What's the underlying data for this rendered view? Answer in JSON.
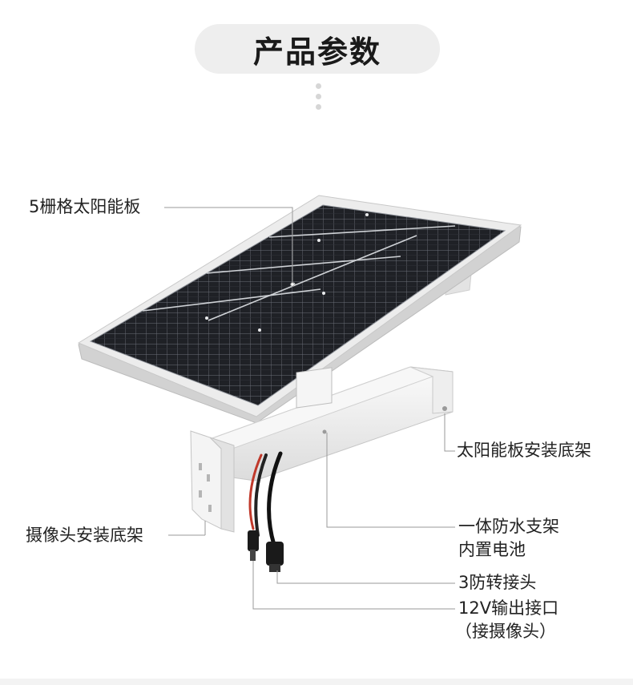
{
  "header": {
    "title": "产品参数"
  },
  "callouts": {
    "solar_panel": "5栅格太阳能板",
    "panel_mount": "太阳能板安装底架",
    "camera_mount": "摄像头安装底架",
    "bracket_line1": "一体防水支架",
    "bracket_line2": "内置电池",
    "connector": "3防转接头",
    "output_line1": "12V输出接口",
    "output_line2": "（接摄像头）"
  },
  "colors": {
    "title_bg": "#eeeeee",
    "frame": "#e6e6e6",
    "cell": "#1f2126",
    "leader_line": "#9a9a9a"
  }
}
